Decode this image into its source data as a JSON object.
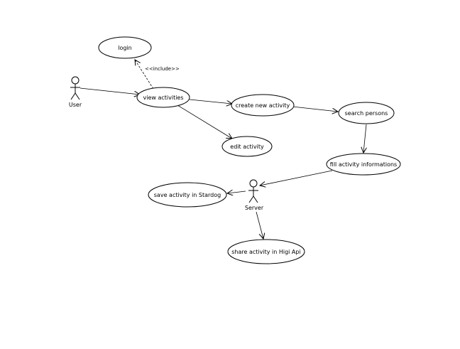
{
  "diagram": {
    "actors": {
      "user": "User",
      "server": "Server"
    },
    "use_cases": {
      "login": "login",
      "view_activities": "view activities",
      "create_new_activity": "create new activity",
      "edit_activity": "edit activity",
      "search_persons": "search persons",
      "fill_activity_informations": "fill activity informations",
      "save_activity_stardog": "save activity in Stardog",
      "share_activity_higi": "share activity in Higi Api"
    },
    "relations": {
      "include_label": "<<include>>"
    }
  }
}
